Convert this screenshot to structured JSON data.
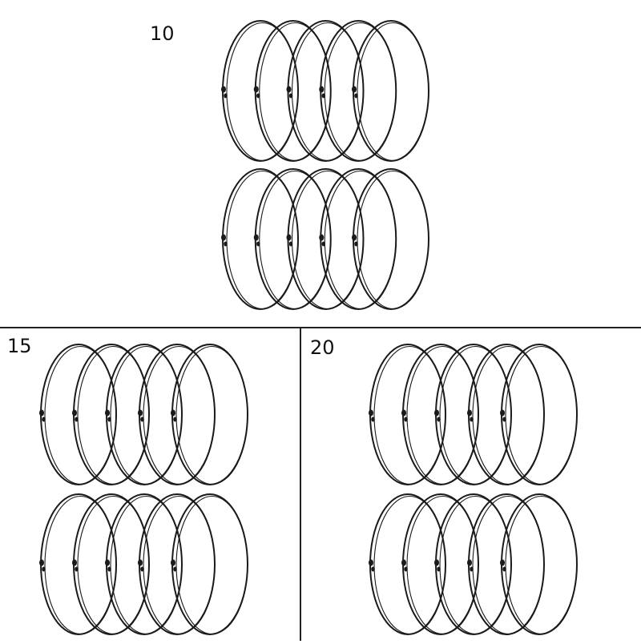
{
  "panels": [
    {
      "id": "top",
      "count_label": "10"
    },
    {
      "id": "left",
      "count_label": "15"
    },
    {
      "id": "right",
      "count_label": "20"
    }
  ],
  "colors": {
    "background": "#ffffff",
    "cord": "#1a1a1a",
    "divider": "#222222",
    "text": "#111111"
  },
  "rows_per_panel": 2,
  "loops_per_row": 5
}
